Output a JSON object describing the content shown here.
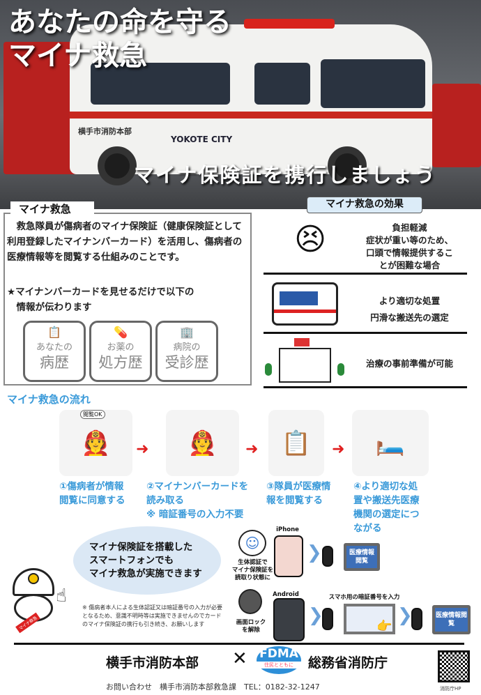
{
  "header": {
    "title_line1": "あなたの命を守る",
    "title_line2": "マイナ救急",
    "slogan": "マイナ保険証を携行しましょう",
    "ambulance_marking": "横手市消防本部",
    "ambulance_logo": "YOKOTE CITY"
  },
  "definition": {
    "tab": "マイナ救急",
    "body": "　救急隊員が傷病者のマイナ保険証（健康保険証として利用登録したマイナンバーカード）を活用し、傷病者の医療情報等を閲覧する仕組みのことです。",
    "star_line1": "★マイナンバーカードを見せるだけで以下の",
    "star_line2": "　情報が伝わります",
    "cards": [
      {
        "small": "あなたの",
        "big": "病歴",
        "icon": "clipboard-icon"
      },
      {
        "small": "お薬の",
        "big": "処方歴",
        "icon": "pills-icon"
      },
      {
        "small": "病院の",
        "big": "受診歴",
        "icon": "hospital-icon"
      }
    ]
  },
  "effects": {
    "label": "マイナ救急の効果",
    "items": [
      {
        "lines": [
          "負担軽減",
          "症状が重い等のため、",
          "口頭で情報提供するこ",
          "とが困難な場合"
        ],
        "icon": "patient-card-icon"
      },
      {
        "lines": [
          "より適切な処置",
          "円滑な搬送先の選定"
        ],
        "icon": "ambulance-icon"
      },
      {
        "lines": [
          "治療の事前準備が可能"
        ],
        "icon": "hospital-icon"
      }
    ]
  },
  "flow": {
    "title": "マイナ救急の流れ",
    "bubble": "閲覧OK",
    "steps": [
      {
        "lines": [
          "①傷病者が情報",
          "閲覧に同意する"
        ]
      },
      {
        "lines": [
          "②マイナンバーカードを",
          "読み取る",
          "※ 暗証番号の入力不要"
        ]
      },
      {
        "lines": [
          "③隊員が医療情",
          "報を閲覧する"
        ]
      },
      {
        "lines": [
          "④より適切な処",
          "置や搬送先医療",
          "機関の選定につ",
          "ながる"
        ]
      }
    ]
  },
  "smartphone": {
    "bubble_lines": [
      "マイナ保険証を搭載した",
      "スマートフォンでも",
      "マイナ救急が実施できます"
    ],
    "note": "※ 傷病者本人による生体認証又は暗証番号の入力が必要となるため、意識不明時等は実施できませんのでカードのマイナ保険証の携行も引き続き、お願いします",
    "mascot_sash": "マイナ救急",
    "iphone": {
      "label": "iPhone",
      "caption_lines": [
        "生体認証で",
        "マイナ保険証を",
        "読取り状態に"
      ],
      "screen": "医療情報閲覧"
    },
    "android": {
      "label": "Android",
      "caption_lines": [
        "画面ロック",
        "を解除"
      ],
      "pin_caption": "スマホ用の暗証番号を入力",
      "screen": "医療情報閲覧"
    }
  },
  "footer": {
    "org1": "横手市消防本部",
    "cross": "✕",
    "fdma": "FDMA",
    "fdma_tagline": "住民とともに",
    "org2": "総務省消防庁",
    "contact": "お問い合わせ　横手市消防本部救急課　TEL：0182-32-1247",
    "qr_caption": "消防庁HP"
  },
  "colors": {
    "accent_blue": "#3a9ad9",
    "red": "#e02020",
    "label_bg": "#dcecf8",
    "bubble_bg": "#dbe8f5"
  }
}
